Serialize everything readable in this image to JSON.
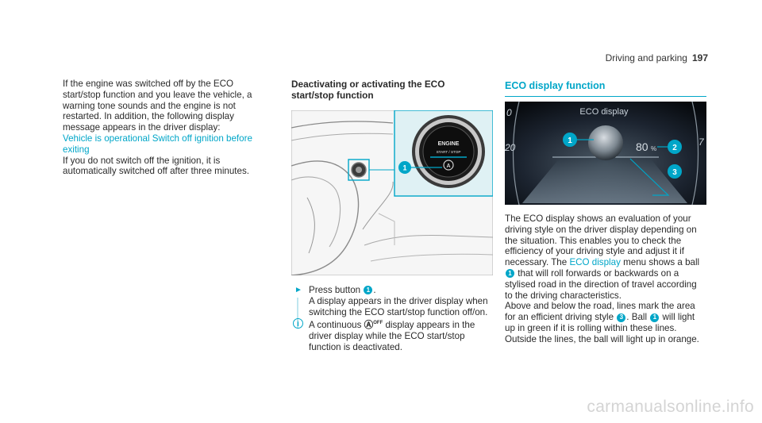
{
  "header": {
    "section": "Driving and parking",
    "page": "197"
  },
  "left": {
    "para1": "If the engine was switched off by the ECO start/stop function and you leave the vehicle, a warning tone sounds and the engine is not restarted. In addition, the following display message appears in the driver display:",
    "message": "Vehicle is operational Switch off ignition before exiting",
    "para2": "If you do not switch off the ignition, it is automatically switched off after three minutes."
  },
  "middle": {
    "heading": "Deactivating or activating the ECO start/stop function",
    "button_top": "ENGINE",
    "button_bottom": "START / STOP",
    "callout1": "1",
    "step_pre": "Press button",
    "step_num": "1",
    "step_post": ".",
    "step_text": "A display appears in the driver display when switching the ECO start/stop function off/on.",
    "note_icon": "i",
    "note_pre": "A continuous",
    "note_symbol": "Ⓐ",
    "note_symbol_sup": "OFF",
    "note_post": "display appears in the driver display while the ECO start/stop function is deactivated."
  },
  "right": {
    "title": "ECO display function",
    "image_title": "ECO display",
    "image_value": "80",
    "image_unit": "%",
    "gauge_left_top": "0",
    "gauge_left_bottom": "20",
    "gauge_right_top": "7",
    "callouts": [
      "1",
      "2",
      "3"
    ],
    "p1_a": "The ECO display shows an evaluation of your driving style on the driver display depending on the situation. This enables you to check the efficiency of your driving style and adjust it if necessary. The",
    "p1_link": "ECO display",
    "p1_b": "menu shows a ball",
    "p1_n1": "1",
    "p1_c": "that will roll forwards or backwards on a stylised road in the direction of travel according to the driving characteristics.",
    "p2_a": "Above and below the road, lines mark the area for an efficient driving style",
    "p2_n3": "3",
    "p2_b": ". Ball",
    "p2_n1": "1",
    "p2_c": "will light up in green if it is rolling within these lines. Outside the lines, the ball will light up in orange."
  },
  "watermark": "carmanualsonline.info",
  "colors": {
    "accent": "#00a6c8"
  }
}
